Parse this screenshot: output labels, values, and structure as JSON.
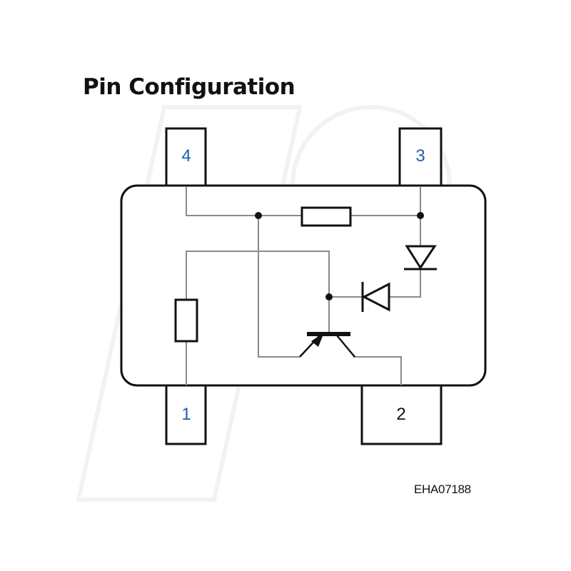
{
  "title": "Pin Configuration",
  "figure_code": "EHA07188",
  "pins": [
    {
      "number": "4"
    },
    {
      "number": "3"
    },
    {
      "number": "1"
    },
    {
      "number": "2"
    }
  ],
  "colors": {
    "outline": "#111111",
    "wire": "#8a8a8a",
    "pin3_label": "#1f5fa8",
    "pin4_label": "#1f5fa8",
    "pin1_label": "#1f5fa8",
    "pin2_label": "#111111"
  }
}
